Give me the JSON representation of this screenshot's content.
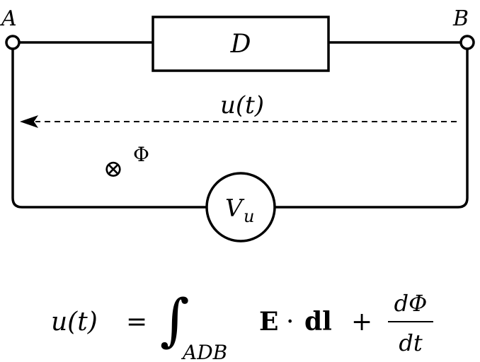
{
  "diagram": {
    "terminal_a": "A",
    "terminal_b": "B",
    "element": "D",
    "voltage_label": "u(t)",
    "flux_symbol": "⊗",
    "flux_label": "Φ",
    "voltmeter": {
      "main": "V",
      "sub": "u"
    },
    "equation": {
      "lhs": "u(t)",
      "equals": "=",
      "integral": "∫",
      "integral_sub": "ADB",
      "field": "E",
      "dot": "·",
      "dl": "dl",
      "plus": "+",
      "num": "dΦ",
      "den": "dt"
    }
  }
}
